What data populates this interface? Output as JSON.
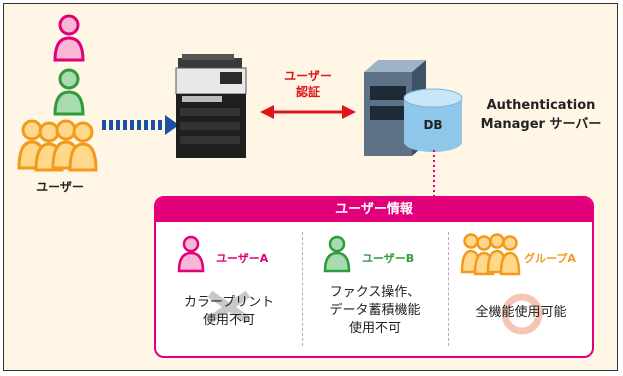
{
  "left_label": "ユーザー",
  "auth_label_line1": "ユーザー",
  "auth_label_line2": "認証",
  "db_label": "DB",
  "server_label_line1": "Authentication",
  "server_label_line2": "Manager サーバー",
  "info": {
    "title": "ユーザー情報",
    "columns": [
      {
        "name": "ユーザーA",
        "text": [
          "カラープリント",
          "使用不可"
        ]
      },
      {
        "name": "ユーザーB",
        "text": [
          "ファクス操作、",
          "データ蓄積機能",
          "使用不可"
        ]
      },
      {
        "name": "グループA",
        "text": [
          "全機能使用可能"
        ]
      }
    ]
  },
  "colors": {
    "pink": "#e2007a",
    "green": "#2e9b3c",
    "orange": "#f29a1b",
    "red_arrow": "#e0161b",
    "blue_dots": "#1b4fa0"
  }
}
